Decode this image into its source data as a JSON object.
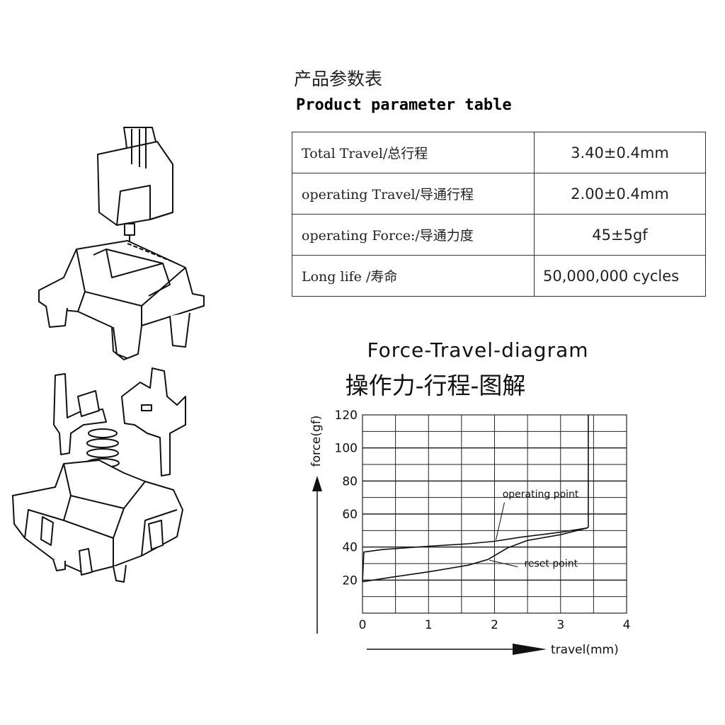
{
  "parameter_table": {
    "title_cn": "产品参数表",
    "title_en": "Product parameter table",
    "rows": [
      {
        "label": "Total Travel/总行程",
        "value": "3.40±0.4mm"
      },
      {
        "label": "operating Travel/导通行程",
        "value": "2.00±0.4mm"
      },
      {
        "label": "operating Force:/导通力度",
        "value": "45±5gf"
      },
      {
        "label": "Long life /寿命",
        "value": "50,000,000 cycles"
      }
    ]
  },
  "diagram": {
    "title_en": "Force-Travel-diagram",
    "title_cn": "操作力-行程-图解",
    "annotations": {
      "operating": "operating point",
      "reset": "reset point"
    }
  },
  "chart_data": {
    "type": "line",
    "title": "Force-Travel-diagram",
    "xlabel": "travel(mm)",
    "ylabel": "force(gf)",
    "xlim": [
      0,
      4
    ],
    "ylim": [
      0,
      120
    ],
    "xticks": [
      0,
      1,
      2,
      3,
      4
    ],
    "yticks": [
      20,
      40,
      60,
      80,
      100,
      120
    ],
    "grid": true,
    "series": [
      {
        "x": [
          0,
          0.02,
          0.3,
          1.0,
          1.6,
          2.0,
          2.4,
          3.0,
          3.4,
          3.42,
          3.42
        ],
        "y": [
          19,
          37,
          38.5,
          40.5,
          42,
          43.5,
          46,
          49,
          51.5,
          52,
          120
        ]
      },
      {
        "x": [
          0,
          0.4,
          1.0,
          1.6,
          1.9,
          2.05,
          2.2,
          2.5,
          3.0,
          3.4
        ],
        "y": [
          19,
          21.5,
          25,
          29,
          32.5,
          36,
          39.5,
          44,
          47.5,
          51.5
        ]
      }
    ],
    "annotations": [
      {
        "text": "operating point",
        "x": 2.0,
        "y": 43.5
      },
      {
        "text": "reset point",
        "x": 1.9,
        "y": 32.5
      }
    ]
  },
  "colors": {
    "ink": "#111111",
    "grid": "#222222",
    "background": "#ffffff"
  }
}
